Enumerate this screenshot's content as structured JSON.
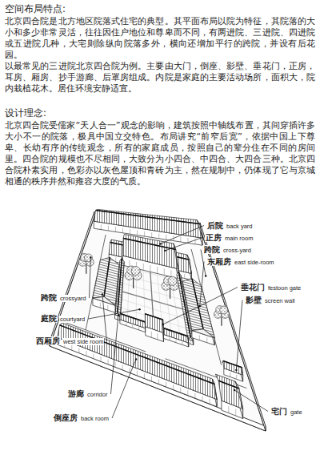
{
  "diagram": {
    "labels": [
      "空间布局特点:",
      "北京四合院是北方地区院落式住宅的典型。其平面布局以院为特征，其院落的大小和多少非常灵活，往往因住户地位和尊卑而不同，有两进院、三进院、四进院或五进院几种，大宅则除纵向院落多外，横向还增加平行的跨院，并设有后花园。",
      "以最常见的三进院北京四合院为例。主要由大门，倒座、影壁、垂花门，正房，耳房、厢房、抄手游廊、后罩房组成。内院是家庭的主要活动场所，面积大，院内栽植花木。居住环境安静适宜。",
      "设计理念:",
      "北京四合院受儒家“天人合一”观念的影响，建筑按照中轴线布置，其间穿插许多大小不一的院落，极具中国立交特色。布局讲究“前窄后宽”，依据中国上下尊卑、长幼有序的传统观念，所有的家庭成员，按照自己的辈分住在不同的房间里。四合院的规模也不尽相同，大致分为小四合、中四合、大四合三种。北京四合院朴素实用，色彩亦以灰色屋顶和青砖为主，然在规制中，仍体现了它与京城相通的秩序井然和雍容大度的气质。",
      "后院",
      "back yard",
      "正房",
      "main room",
      "跨院",
      "cross-yard",
      "东厢房",
      "east side-room",
      "垂花门",
      "festoon gate",
      "影壁",
      "screen wall",
      "宅门",
      "gate",
      "跨院",
      "crossyard",
      "庭院",
      "courtyard",
      "西厢房",
      "west side room",
      "游廊",
      "corridor",
      "倒座房",
      "back room"
    ]
  }
}
